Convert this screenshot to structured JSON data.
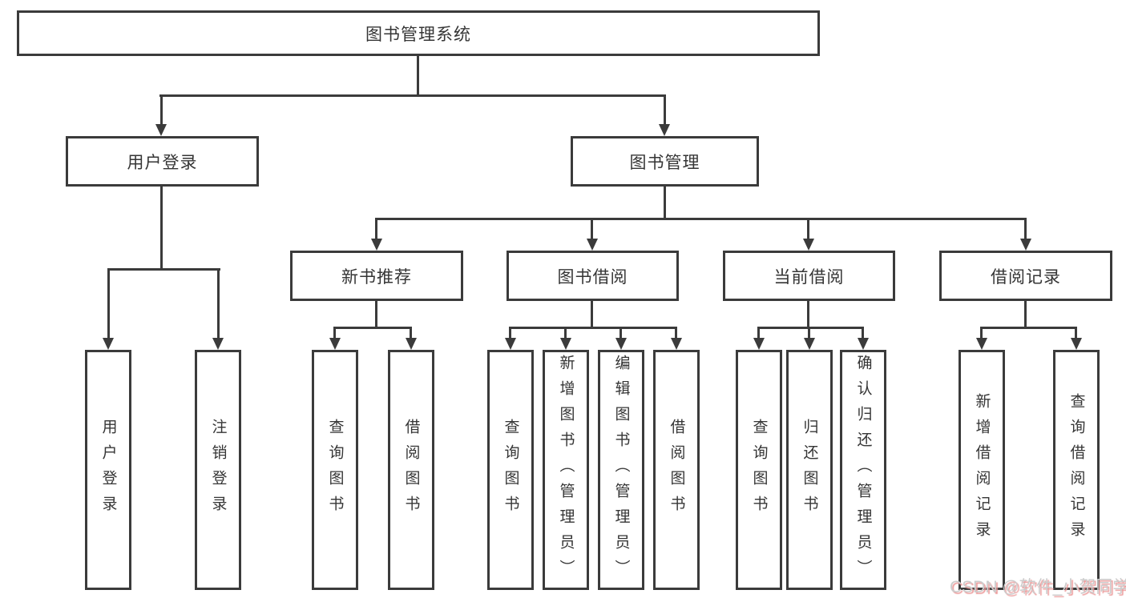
{
  "diagram": {
    "root": {
      "label": "图书管理系统"
    },
    "level1": [
      {
        "label": "用户登录",
        "leaves": [
          {
            "label": "用户登录"
          },
          {
            "label": "注销登录"
          }
        ]
      },
      {
        "label": "图书管理",
        "groups": [
          {
            "label": "新书推荐",
            "leaves": [
              {
                "label": "查询图书"
              },
              {
                "label": "借阅图书"
              }
            ]
          },
          {
            "label": "图书借阅",
            "leaves": [
              {
                "label": "查询图书"
              },
              {
                "label": "新增图书（管理员）"
              },
              {
                "label": "编辑图书（管理员）"
              },
              {
                "label": "借阅图书"
              }
            ]
          },
          {
            "label": "当前借阅",
            "leaves": [
              {
                "label": "查询图书"
              },
              {
                "label": "归还图书"
              },
              {
                "label": "确认归还（管理员）"
              }
            ]
          },
          {
            "label": "借阅记录",
            "leaves": [
              {
                "label": "新增借阅记录"
              },
              {
                "label": "查询借阅记录"
              }
            ]
          }
        ]
      }
    ],
    "watermark": {
      "text": "CSDN @软件_小贺同学"
    },
    "colors": {
      "line": "#3b3b3b",
      "text": "#353535",
      "background": "#ffffff",
      "watermark_text": "#cccccc",
      "watermark_shadow": "#ec9b9b"
    }
  }
}
